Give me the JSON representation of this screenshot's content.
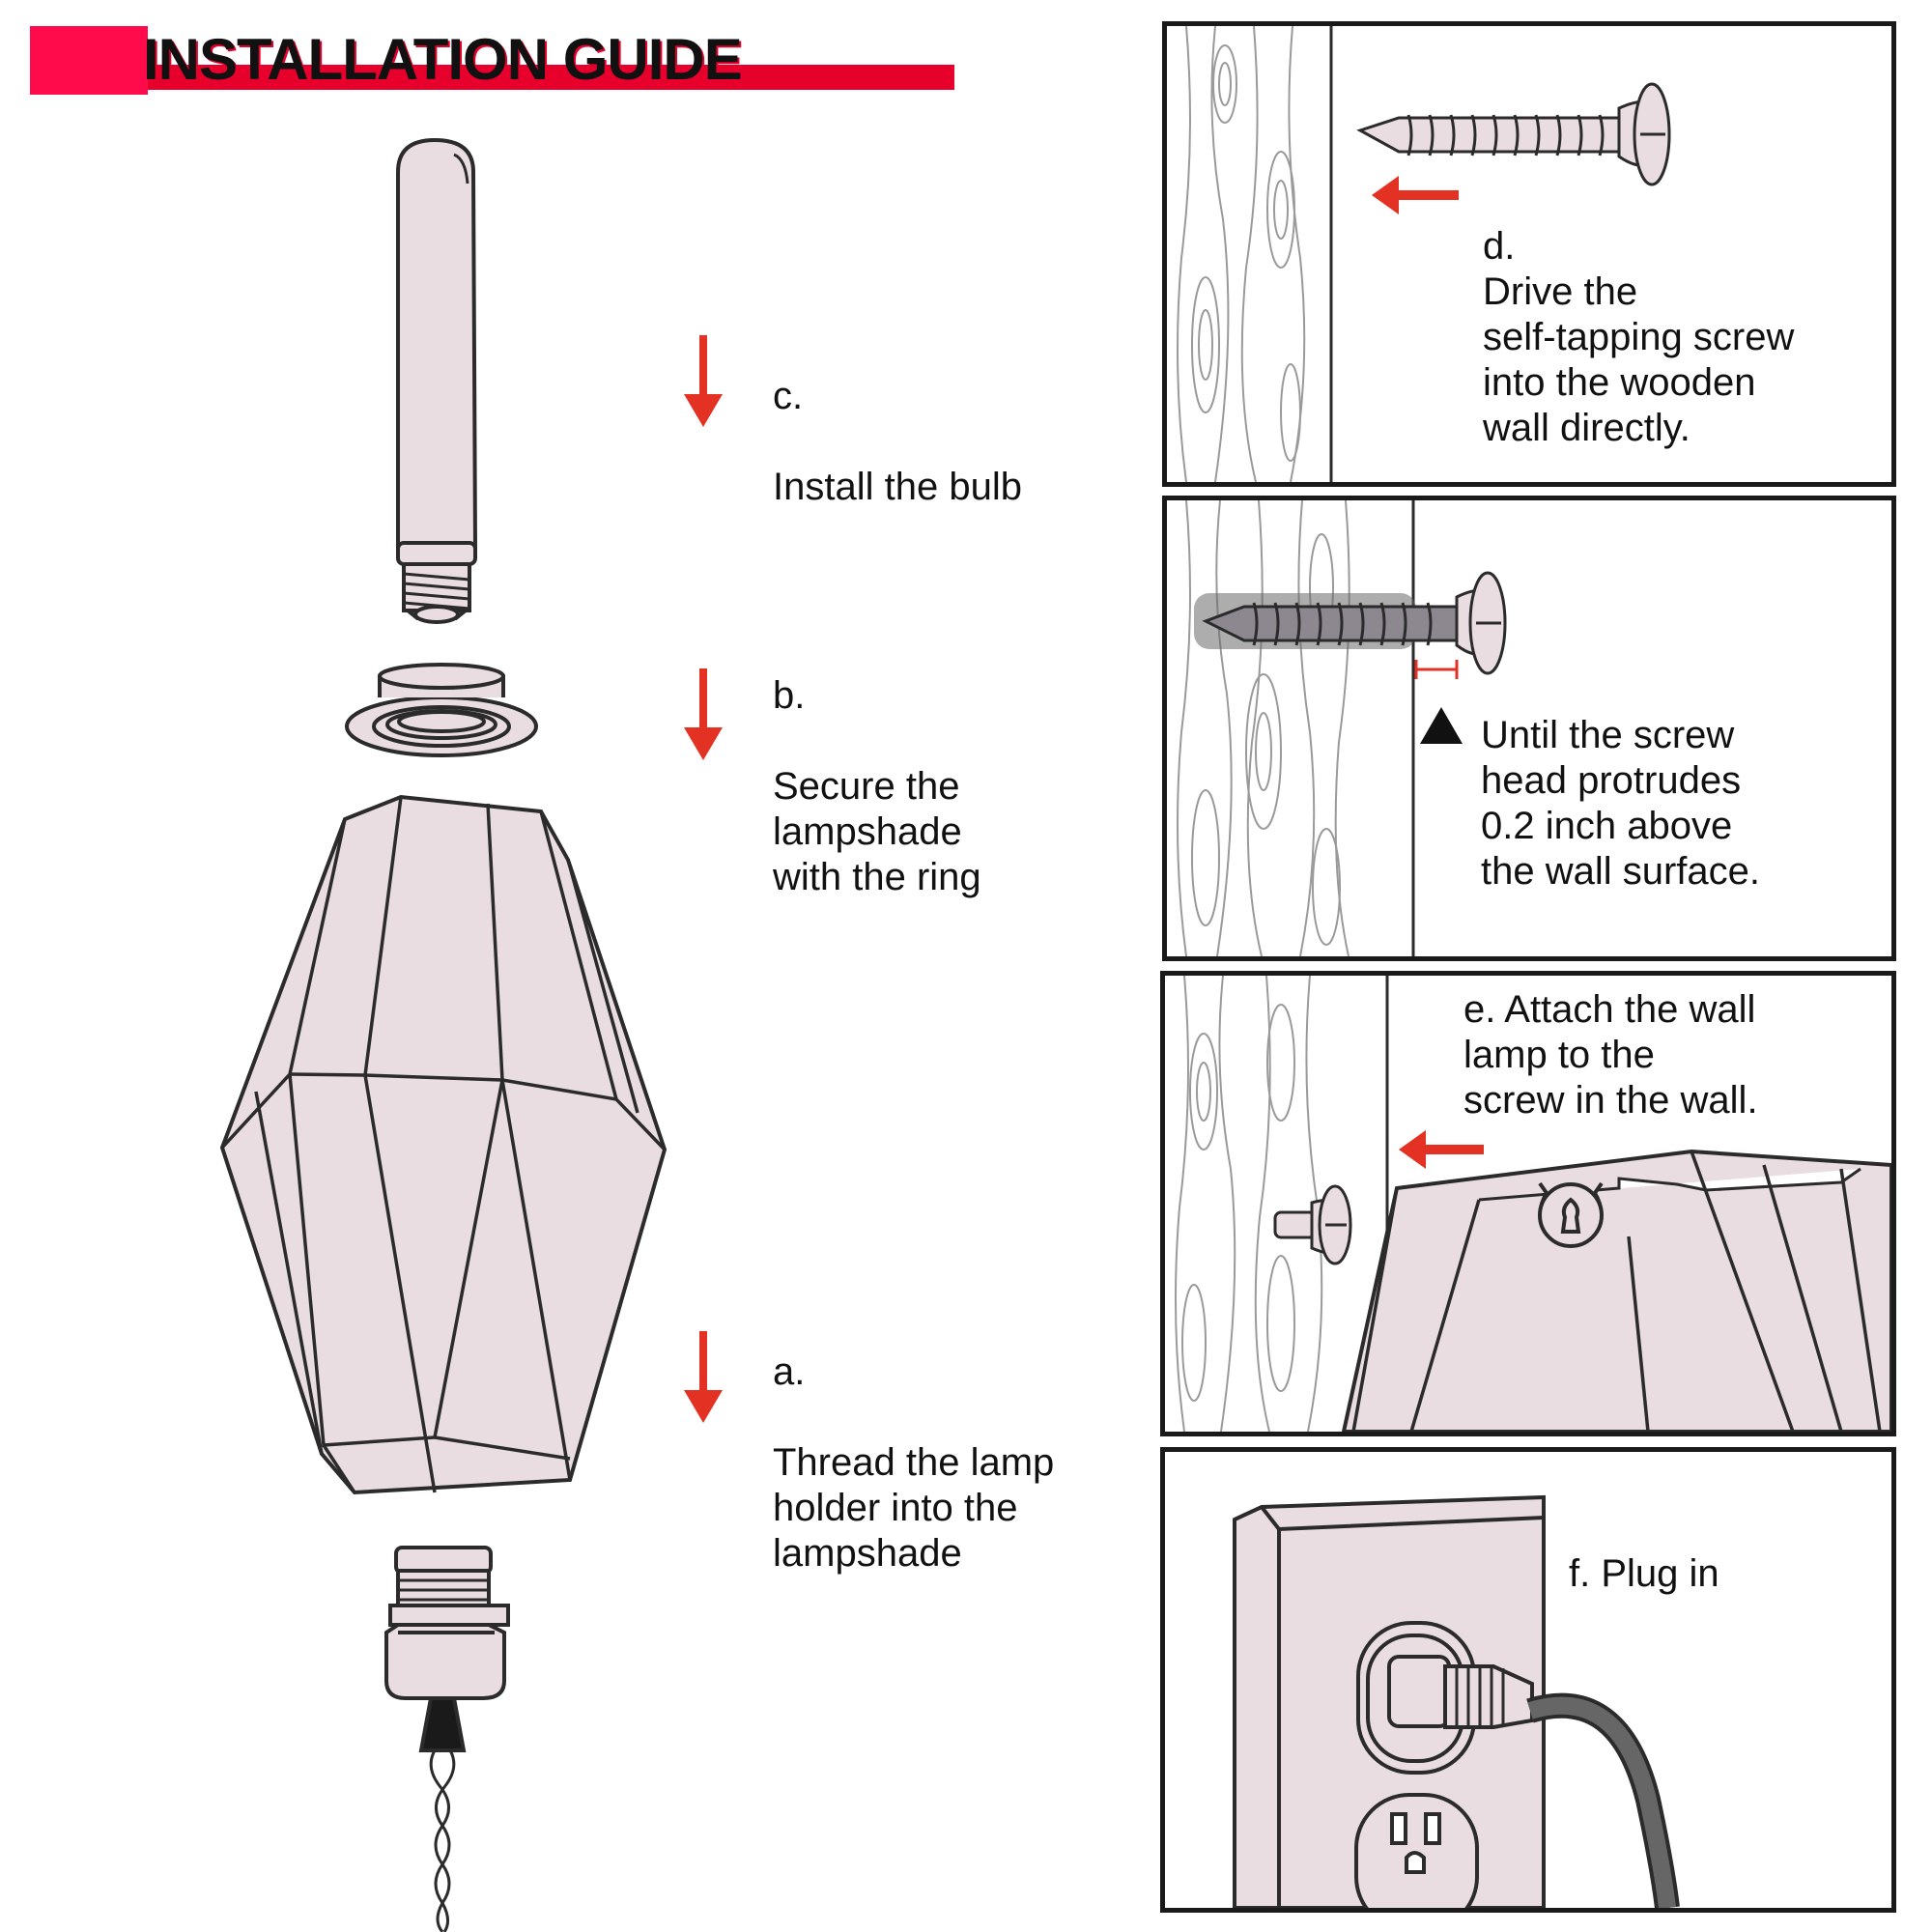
{
  "title": "INSTALLATION GUIDE",
  "colors": {
    "accent": "#e8002d",
    "arrow": "#e33224",
    "part_fill": "#e9dde2",
    "outline": "#2b2b2b"
  },
  "steps": {
    "c": {
      "letter": "c.",
      "text": "Install the bulb"
    },
    "b": {
      "letter": "b.",
      "text": "Secure the\nlampshade\nwith the ring"
    },
    "a": {
      "letter": "a.",
      "text": "Thread the lamp\nholder into the\nlampshade"
    }
  },
  "panels": {
    "d": {
      "text": "d.\nDrive the\nself-tapping screw\ninto the wooden\nwall directly."
    },
    "note": {
      "text": "Until the screw\nhead protrudes\n0.2 inch above\nthe wall surface."
    },
    "e": {
      "text": "e. Attach the wall\n    lamp to the\n    screw in the wall."
    },
    "f": {
      "text": "f. Plug in"
    }
  },
  "icons": [
    "down-arrow-icon",
    "left-arrow-icon",
    "warning-triangle-icon",
    "screw-icon",
    "bulb-icon",
    "ring-icon",
    "lampshade-icon",
    "lamp-holder-icon",
    "outlet-icon",
    "plug-icon"
  ]
}
